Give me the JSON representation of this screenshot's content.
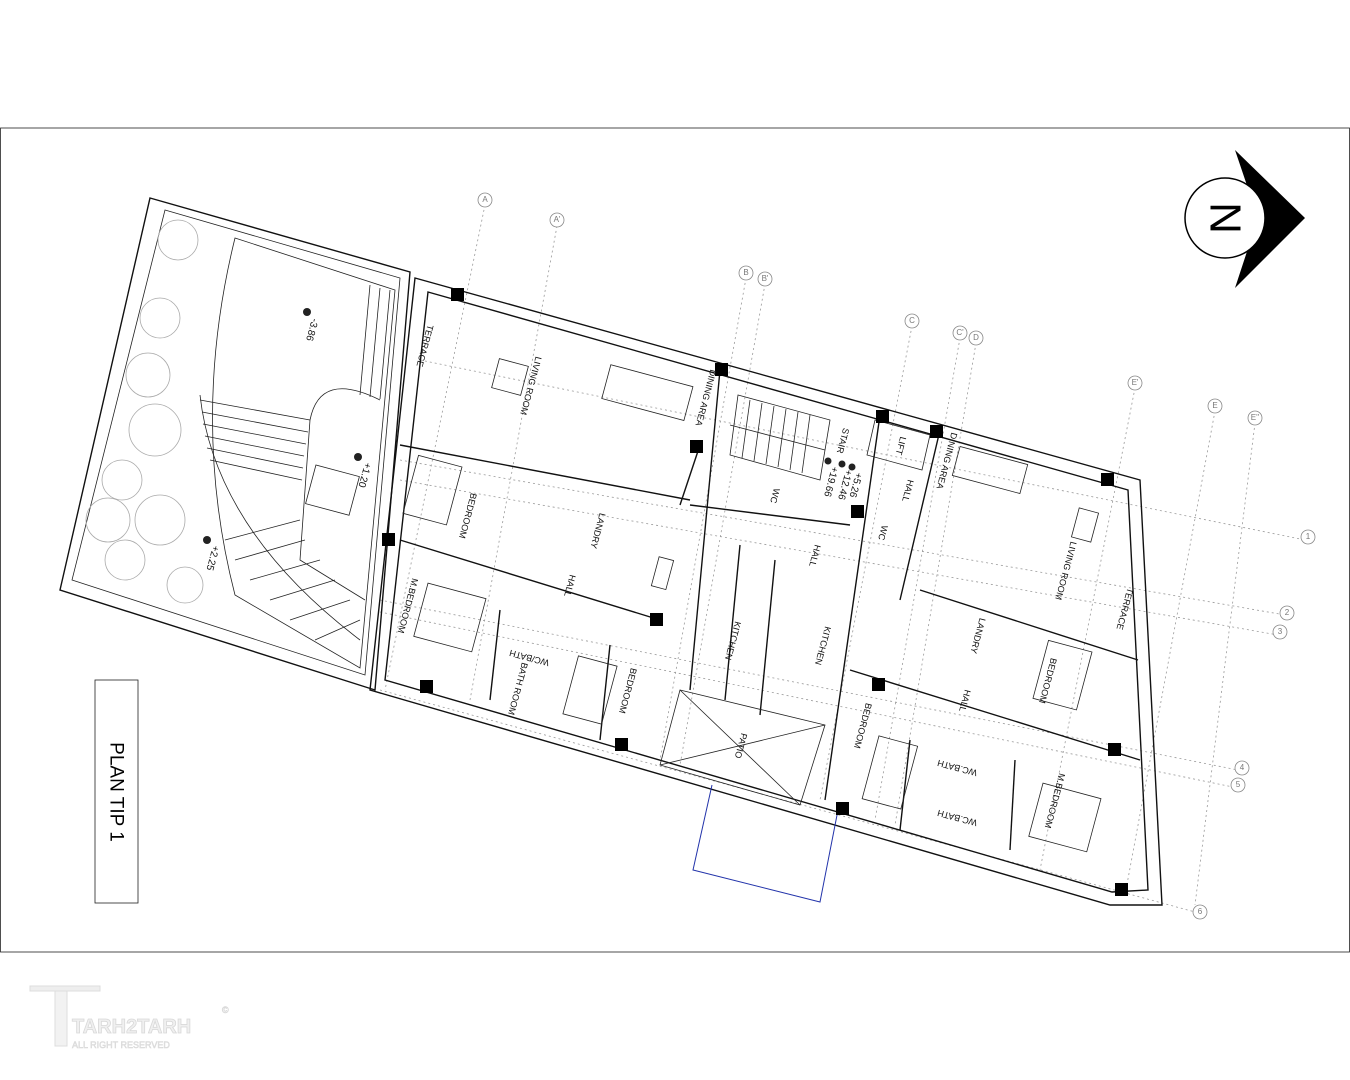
{
  "title": "PLAN TIP 1",
  "north_label": "N",
  "watermark": {
    "brand": "TARH2TARH",
    "tagline": "ALL RIGHT RESERVED",
    "symbol": "©"
  },
  "grid_labels": {
    "columns": [
      "A",
      "A'",
      "B",
      "B'",
      "C",
      "C'",
      "D",
      "E'",
      "E",
      "E''"
    ],
    "rows": [
      "1",
      "2",
      "3",
      "4",
      "5",
      "6"
    ]
  },
  "rooms": {
    "terrace_left": "TERRACE",
    "living_left": "LIVING ROOM",
    "dining_left": "DINING AREA",
    "stair": "STAIR",
    "lift": "LIFT",
    "dining_right": "DINING AREA",
    "wc_center": "WC",
    "hall_top": "HALL",
    "hall_center": "HALL",
    "wc_right": "WC",
    "living_right": "LIVING ROOM",
    "terrace_right": "TERRACE",
    "bedroom_left": "BEDROOM",
    "laundry_left": "LANDRY",
    "hall_left": "HALL",
    "mbedroom_left": "M.BEDROOM",
    "wcbath_left": "WC/BATH",
    "bathroom_left": "BATH ROOM",
    "bedroom_left2": "BEDROOM",
    "kitchen_left": "KITCHEN",
    "kitchen_right": "KITCHEN",
    "patio": "PATIO",
    "bedroom_right2": "BEDROOM",
    "wcbath_right1": "WC.BATH",
    "wcbath_right2": "WC.BATH",
    "laundry_right": "LANDRY",
    "hall_right": "HALL",
    "bedroom_right": "BEDROOM",
    "mbedroom_right": "M.BEDROOM"
  },
  "levels": {
    "garden": "-3.86",
    "entry": "+1.20",
    "ramp": "+2.25",
    "l1": "+5.26",
    "l2": "+12.46",
    "l3": "+19.66"
  }
}
